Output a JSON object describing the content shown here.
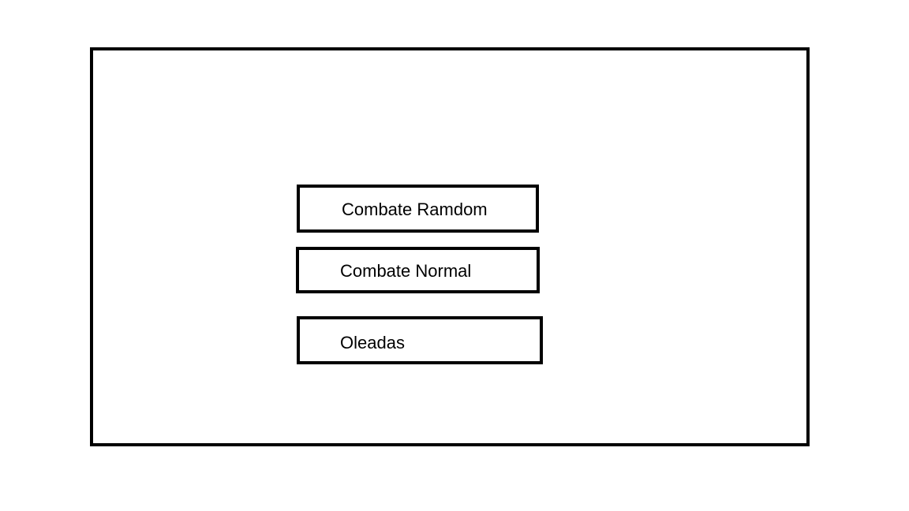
{
  "menu": {
    "buttons": [
      {
        "label": "Combate Ramdom"
      },
      {
        "label": "Combate Normal"
      },
      {
        "label": "Oleadas"
      }
    ]
  }
}
